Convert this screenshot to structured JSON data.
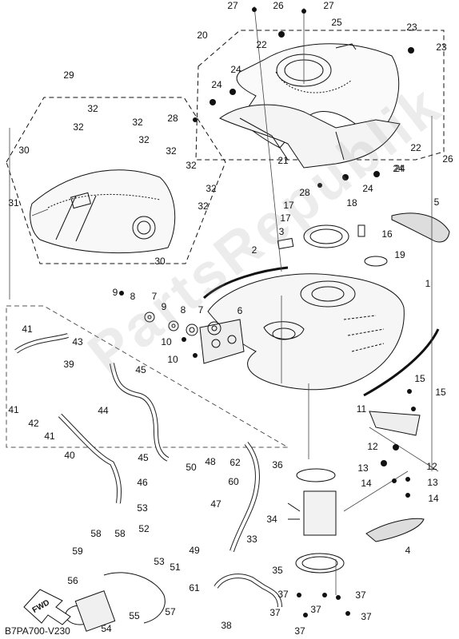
{
  "diagram": {
    "code": "B7PA700-V230",
    "watermark": "PartsRepublik",
    "direction_label": "FWD"
  },
  "callouts": [
    {
      "id": "c27a",
      "label": "27"
    },
    {
      "id": "c26a",
      "label": "26"
    },
    {
      "id": "c27b",
      "label": "27"
    },
    {
      "id": "c25",
      "label": "25"
    },
    {
      "id": "c20",
      "label": "20"
    },
    {
      "id": "c22a",
      "label": "22"
    },
    {
      "id": "c23a",
      "label": "23"
    },
    {
      "id": "c23b",
      "label": "23"
    },
    {
      "id": "c24a",
      "label": "24"
    },
    {
      "id": "c24b",
      "label": "24"
    },
    {
      "id": "c24c",
      "label": "24"
    },
    {
      "id": "c29",
      "label": "29"
    },
    {
      "id": "c32a",
      "label": "32"
    },
    {
      "id": "c32b",
      "label": "32"
    },
    {
      "id": "c32c",
      "label": "32"
    },
    {
      "id": "c32d",
      "label": "32"
    },
    {
      "id": "c32e",
      "label": "32"
    },
    {
      "id": "c32f",
      "label": "32"
    },
    {
      "id": "c32g",
      "label": "32"
    },
    {
      "id": "c32h",
      "label": "32"
    },
    {
      "id": "c28a",
      "label": "28"
    },
    {
      "id": "c30a",
      "label": "30"
    },
    {
      "id": "c21",
      "label": "21"
    },
    {
      "id": "c22b",
      "label": "22"
    },
    {
      "id": "c26b",
      "label": "26"
    },
    {
      "id": "c24d",
      "label": "24"
    },
    {
      "id": "c24e",
      "label": "24"
    },
    {
      "id": "c28b",
      "label": "28"
    },
    {
      "id": "c31",
      "label": "31"
    },
    {
      "id": "c17a",
      "label": "17"
    },
    {
      "id": "c18",
      "label": "18"
    },
    {
      "id": "c17b",
      "label": "17"
    },
    {
      "id": "c5",
      "label": "5"
    },
    {
      "id": "c3",
      "label": "3"
    },
    {
      "id": "c16",
      "label": "16"
    },
    {
      "id": "c30b",
      "label": "30"
    },
    {
      "id": "c2",
      "label": "2"
    },
    {
      "id": "c19",
      "label": "19"
    },
    {
      "id": "c1",
      "label": "1"
    },
    {
      "id": "c9a",
      "label": "9"
    },
    {
      "id": "c8a",
      "label": "8"
    },
    {
      "id": "c7a",
      "label": "7"
    },
    {
      "id": "c9b",
      "label": "9"
    },
    {
      "id": "c8b",
      "label": "8"
    },
    {
      "id": "c7b",
      "label": "7"
    },
    {
      "id": "c6",
      "label": "6"
    },
    {
      "id": "c41a",
      "label": "41"
    },
    {
      "id": "c43",
      "label": "43"
    },
    {
      "id": "c10a",
      "label": "10"
    },
    {
      "id": "c10b",
      "label": "10"
    },
    {
      "id": "c39",
      "label": "39"
    },
    {
      "id": "c45a",
      "label": "45"
    },
    {
      "id": "c15a",
      "label": "15"
    },
    {
      "id": "c15b",
      "label": "15"
    },
    {
      "id": "c41b",
      "label": "41"
    },
    {
      "id": "c42",
      "label": "42"
    },
    {
      "id": "c41c",
      "label": "41"
    },
    {
      "id": "c44",
      "label": "44"
    },
    {
      "id": "c11",
      "label": "11"
    },
    {
      "id": "c12a",
      "label": "12"
    },
    {
      "id": "c12b",
      "label": "12"
    },
    {
      "id": "c13a",
      "label": "13"
    },
    {
      "id": "c13b",
      "label": "13"
    },
    {
      "id": "c14a",
      "label": "14"
    },
    {
      "id": "c14b",
      "label": "14"
    },
    {
      "id": "c40",
      "label": "40"
    },
    {
      "id": "c45b",
      "label": "45"
    },
    {
      "id": "c62",
      "label": "62"
    },
    {
      "id": "c50",
      "label": "50"
    },
    {
      "id": "c48",
      "label": "48"
    },
    {
      "id": "c36",
      "label": "36"
    },
    {
      "id": "c46",
      "label": "46"
    },
    {
      "id": "c60",
      "label": "60"
    },
    {
      "id": "c53a",
      "label": "53"
    },
    {
      "id": "c47",
      "label": "47"
    },
    {
      "id": "c34",
      "label": "34"
    },
    {
      "id": "c33",
      "label": "33"
    },
    {
      "id": "c4",
      "label": "4"
    },
    {
      "id": "c52",
      "label": "52"
    },
    {
      "id": "c58a",
      "label": "58"
    },
    {
      "id": "c58b",
      "label": "58"
    },
    {
      "id": "c49",
      "label": "49"
    },
    {
      "id": "c59",
      "label": "59"
    },
    {
      "id": "c53b",
      "label": "53"
    },
    {
      "id": "c51",
      "label": "51"
    },
    {
      "id": "c35",
      "label": "35"
    },
    {
      "id": "c56",
      "label": "56"
    },
    {
      "id": "c61",
      "label": "61"
    },
    {
      "id": "c37a",
      "label": "37"
    },
    {
      "id": "c37b",
      "label": "37"
    },
    {
      "id": "c37c",
      "label": "37"
    },
    {
      "id": "c37d",
      "label": "37"
    },
    {
      "id": "c37e",
      "label": "37"
    },
    {
      "id": "c37f",
      "label": "37"
    },
    {
      "id": "c55",
      "label": "55"
    },
    {
      "id": "c57",
      "label": "57"
    },
    {
      "id": "c38",
      "label": "38"
    },
    {
      "id": "c54",
      "label": "54"
    }
  ]
}
